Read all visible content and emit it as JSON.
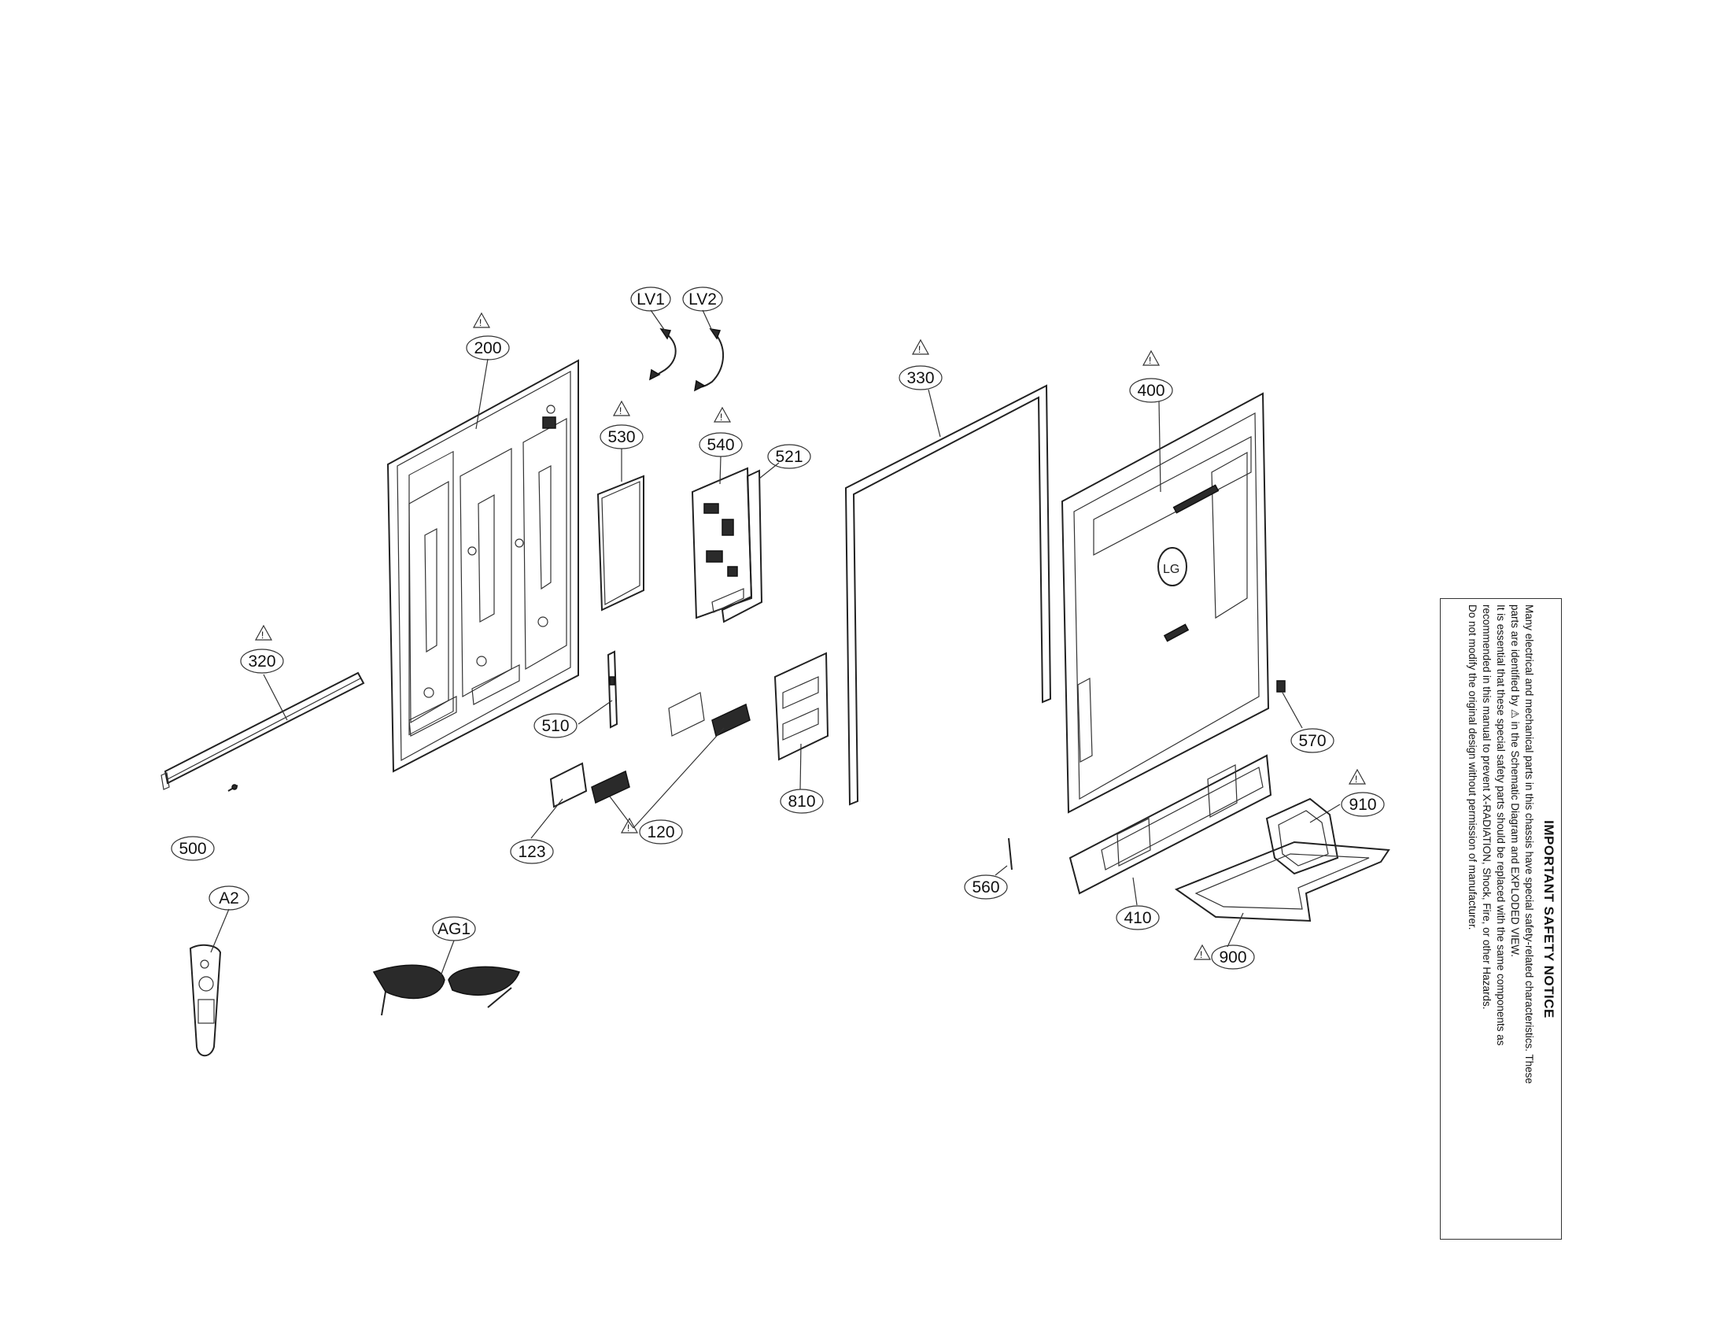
{
  "callouts": [
    {
      "id": "200",
      "label": "200",
      "warning": true
    },
    {
      "id": "LV1",
      "label": "LV1",
      "warning": false
    },
    {
      "id": "LV2",
      "label": "LV2",
      "warning": false
    },
    {
      "id": "530",
      "label": "530",
      "warning": true
    },
    {
      "id": "540",
      "label": "540",
      "warning": true
    },
    {
      "id": "521",
      "label": "521",
      "warning": false
    },
    {
      "id": "330",
      "label": "330",
      "warning": true
    },
    {
      "id": "400",
      "label": "400",
      "warning": true
    },
    {
      "id": "320",
      "label": "320",
      "warning": true
    },
    {
      "id": "510",
      "label": "510",
      "warning": false
    },
    {
      "id": "500",
      "label": "500",
      "warning": false
    },
    {
      "id": "123",
      "label": "123",
      "warning": false
    },
    {
      "id": "120",
      "label": "120",
      "warning": true
    },
    {
      "id": "810",
      "label": "810",
      "warning": false
    },
    {
      "id": "560",
      "label": "560",
      "warning": false
    },
    {
      "id": "570",
      "label": "570",
      "warning": false
    },
    {
      "id": "910",
      "label": "910",
      "warning": true
    },
    {
      "id": "410",
      "label": "410",
      "warning": false
    },
    {
      "id": "900",
      "label": "900",
      "warning": true
    },
    {
      "id": "A2",
      "label": "A2",
      "warning": false
    },
    {
      "id": "AG1",
      "label": "AG1",
      "warning": false
    }
  ],
  "notice": {
    "title": "IMPORTANT SAFETY NOTICE",
    "lines": [
      "Many electrical and mechanical parts in this chassis have special safety-related characteristics. These",
      "parts are identified by ⚠ in the Schematic Diagram and EXPLODED VIEW.",
      "It is essential that these special safety parts should be replaced with the same components as",
      "recommended in this manual to prevent X-RADIATION, Shock, Fire, or other Hazards.",
      "Do not modify the original design without permission of manufacturer."
    ]
  },
  "icons": {
    "warning": "warning-triangle-icon",
    "logo": "lg-logo-icon"
  }
}
